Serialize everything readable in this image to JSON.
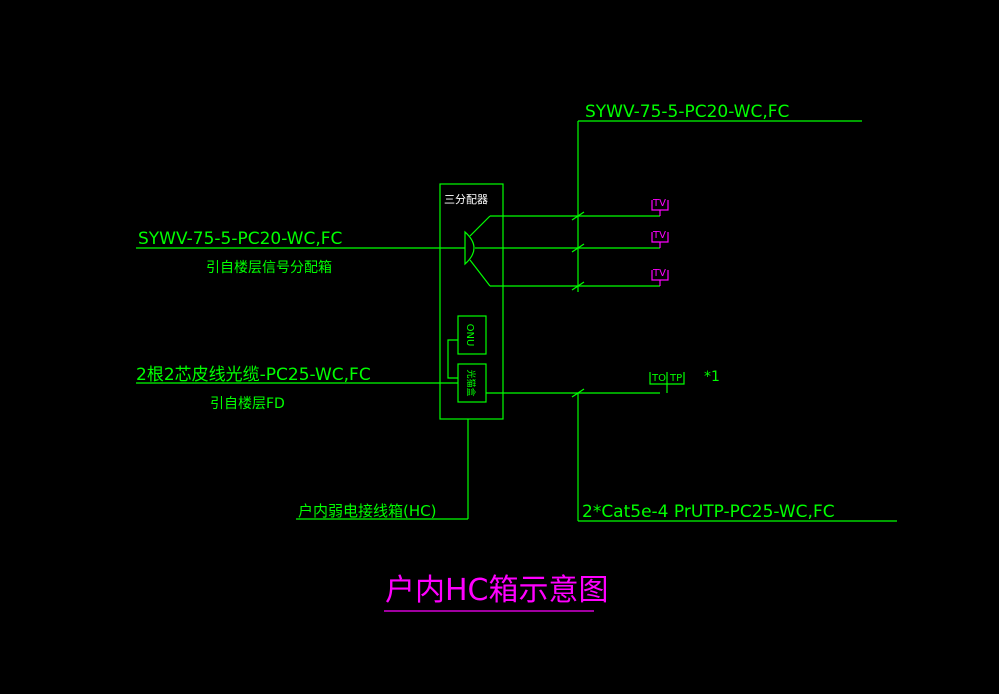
{
  "diagram": {
    "title": "户内HC箱示意图",
    "colors": {
      "background": "#000000",
      "wire": "#00ff00",
      "outlet": "#ff00ff",
      "label": "#00ff00",
      "title": "#ff00ff"
    },
    "cables": {
      "tv_out": "SYWV-75-5-PC20-WC,FC",
      "tv_in": "SYWV-75-5-PC20-WC,FC",
      "tv_in_source": "引自楼层信号分配箱",
      "fiber_in": "2根2芯皮线光缆-PC25-WC,FC",
      "fiber_in_source": "引自楼层FD",
      "data_out": "2*Cat5e-4 PrUTP-PC25-WC,FC"
    },
    "box": {
      "splitter_label": "三分配器",
      "onu_label": "ONU",
      "router_label": "光猫盒",
      "hc_label": "户内弱电接线箱(HC)"
    },
    "outlets": {
      "tv": [
        "TV",
        "TV",
        "TV"
      ],
      "data": [
        "TO",
        "TP"
      ],
      "note": "*1"
    }
  }
}
